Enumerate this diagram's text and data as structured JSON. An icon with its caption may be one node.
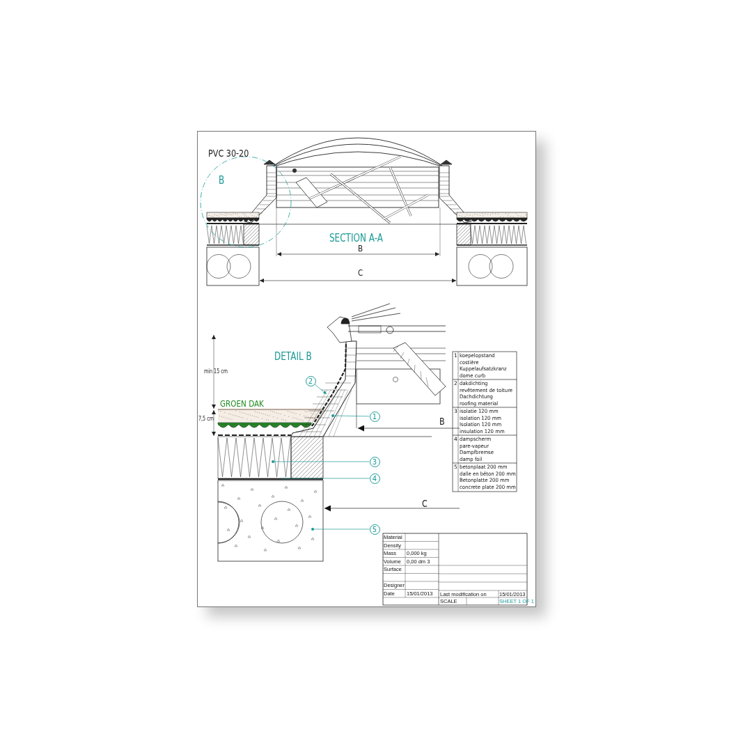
{
  "diagram": {
    "nodes": [
      {
        "text": [
          "1"
        ]
      },
      {
        "text": [
          "2"
        ]
      },
      {
        "text": [
          "3"
        ]
      },
      {
        "text": [
          "4"
        ]
      },
      {
        "text": [
          "5"
        ]
      }
    ],
    "edges": [
      {
        "from": 0,
        "to": null,
        "arrow": "other"
      },
      {
        "from": 1,
        "to": null,
        "arrow": "to"
      },
      {
        "from": 2,
        "to": null,
        "arrow": "other"
      },
      {
        "from": 3,
        "to": null,
        "arrow": "none"
      },
      {
        "from": 4,
        "to": null,
        "arrow": "other"
      }
    ],
    "labels": [
      "PVC 30-20",
      "B",
      "SECTION A-A",
      "B",
      "C",
      "DETAIL B",
      "min 15 cm",
      "GROEN DAK",
      "7,5 cm",
      "B",
      "C",
      "1",
      "koepelopstand",
      "costière",
      "Kuppelaufsatzkranz",
      "dome curb",
      "2",
      "dakdichting",
      "revêtement de toiture",
      "Dachdichtung",
      "roofing material",
      "3",
      "isolatie 120 mm",
      "isolation 120 mm",
      "Isolation 120 mm",
      "insulation 120 mm",
      "4",
      "dampscherm",
      "pare-vapeur",
      "Dampfbremse",
      "damp foil",
      "5",
      "betonplaat 200 mm",
      "dalle en béton 200 mm",
      "Betonplatte 200 mm",
      "concrete plate 200 mm",
      "Material",
      "Density",
      "Mass",
      "0,000 kg",
      "Volume",
      "0,00 dm 3",
      "Surface",
      "Designer",
      "Date",
      "15/01/2013",
      "Last modification on",
      "15/01/2013",
      "SCALE",
      "SHEET 1 OF 1"
    ]
  }
}
